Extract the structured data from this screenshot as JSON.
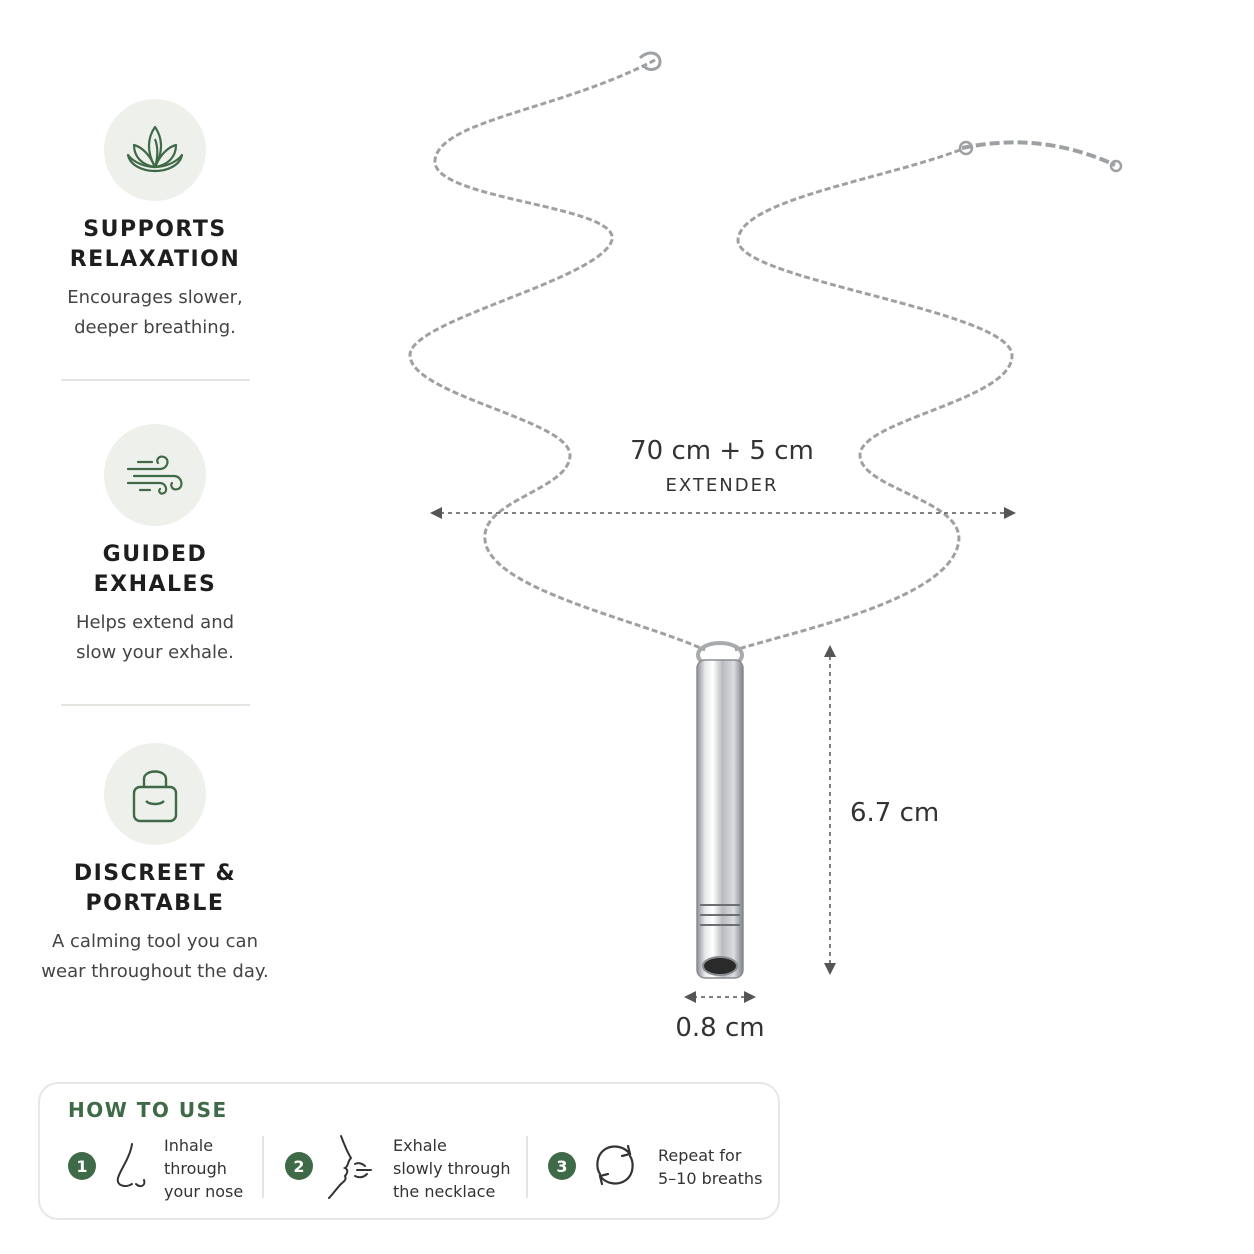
{
  "features": [
    {
      "icon": "lotus-icon",
      "title_line1": "SUPPORTS",
      "title_line2": "RELAXATION",
      "desc_line1": "Encourages slower,",
      "desc_line2": "deeper breathing."
    },
    {
      "icon": "wind-icon",
      "title_line1": "GUIDED",
      "title_line2": "EXHALES",
      "desc_line1": "Helps extend and",
      "desc_line2": "slow your exhale."
    },
    {
      "icon": "bag-icon",
      "title_line1": "DISCREET &",
      "title_line2": "PORTABLE",
      "desc_line1": "A calming tool you can",
      "desc_line2": "wear throughout the day."
    }
  ],
  "dimensions": {
    "length": "70 cm + 5 cm",
    "length_note": "EXTENDER",
    "height": "6.7 cm",
    "width": "0.8 cm"
  },
  "how_to_use": {
    "title": "HOW TO USE",
    "steps": [
      {
        "num": "1",
        "icon": "nose-icon",
        "text": "Inhale\nthrough\nyour nose"
      },
      {
        "num": "2",
        "icon": "exhale-face-icon",
        "text": "Exhale\nslowly through\nthe necklace"
      },
      {
        "num": "3",
        "icon": "repeat-icon",
        "text": "Repeat for\n5–10 breaths"
      }
    ]
  },
  "colors": {
    "accent": "#3f6a48",
    "icon_bg": "#eef0ec",
    "divider": "#e2e4e0"
  }
}
